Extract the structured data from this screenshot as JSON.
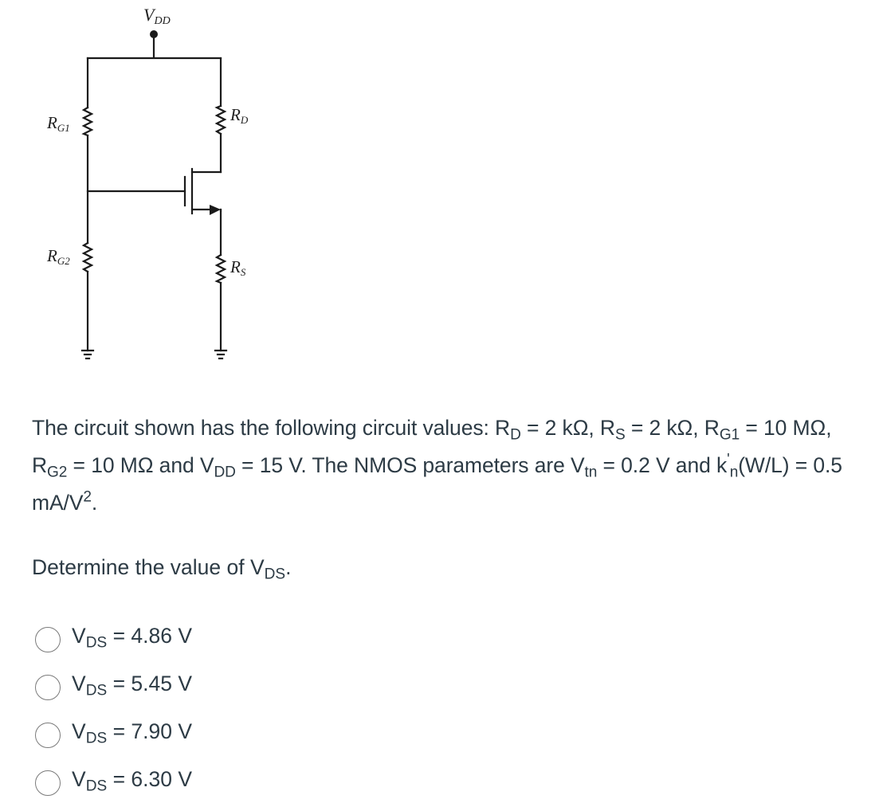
{
  "circuit": {
    "labels": {
      "vdd": "V",
      "vdd_sub": "DD",
      "rg1": "R",
      "rg1_sub": "G1",
      "rg2": "R",
      "rg2_sub": "G2",
      "rd": "R",
      "rd_sub": "D",
      "rs": "R",
      "rs_sub": "S"
    }
  },
  "question": {
    "p1": "The circuit shown has the following circuit values: R",
    "p1_sub": "D",
    "p2": " = 2 kΩ, R",
    "p2_sub": "S",
    "p3": " = 2 kΩ, R",
    "p3_sub": "G1",
    "p4": " = 10 MΩ, R",
    "p4_sub": "G2",
    "p5": " = 10 MΩ and V",
    "p5_sub": "DD",
    "p6": " = 15 V.  The NMOS parameters are V",
    "p6_sub": "tn",
    "p7": " = 0.2 V and k",
    "p7_sup": "'",
    "p7_sub": "n",
    "p8": "(W/L) = 0.5 mA/V",
    "p8_sup": "2",
    "p9": "."
  },
  "prompt": {
    "text": "Determine the value of V",
    "sub": "DS",
    "end": "."
  },
  "options": [
    {
      "pre": "V",
      "sub": "DS",
      "value": " = 4.86 V"
    },
    {
      "pre": "V",
      "sub": "DS",
      "value": " = 5.45 V"
    },
    {
      "pre": "V",
      "sub": "DS",
      "value": " = 7.90 V"
    },
    {
      "pre": "V",
      "sub": "DS",
      "value": " = 6.30 V"
    }
  ]
}
